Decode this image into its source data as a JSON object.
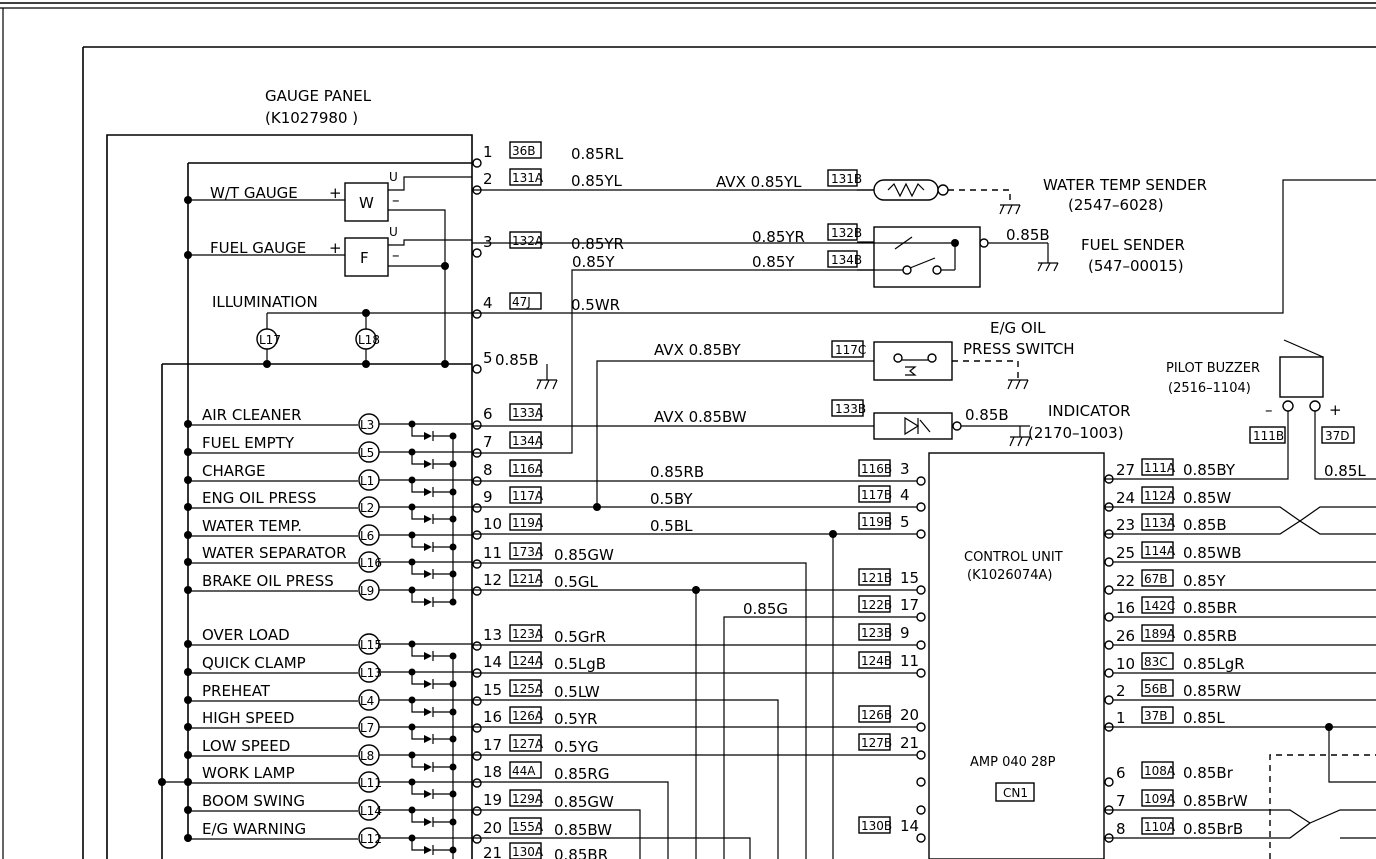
{
  "gauge_panel": {
    "title": "GAUGE PANEL",
    "part": "(K1027980 )"
  },
  "gauges": {
    "wt_label": "W/T GAUGE",
    "wt_letter": "W",
    "fuel_label": "FUEL GAUGE",
    "fuel_letter": "F",
    "plus": "+",
    "minus": "–",
    "u": "U",
    "illumination": "ILLUMINATION",
    "l17": "L17",
    "l18": "L18"
  },
  "connector_rows": [
    {
      "pin": "1",
      "code": "36B",
      "wire": "0.85RL"
    },
    {
      "pin": "2",
      "code": "131A",
      "wire": "0.85YL"
    },
    {
      "pin": "3",
      "code": "132A",
      "wire": "0.85YR"
    },
    {
      "pin": "4",
      "code": "47J",
      "wire": "0.5WR"
    },
    {
      "pin": "5",
      "code": "",
      "wire": "0.85B"
    },
    {
      "pin": "6",
      "code": "133A",
      "wire": ""
    },
    {
      "pin": "7",
      "code": "134A",
      "wire": ""
    },
    {
      "pin": "8",
      "code": "116A",
      "wire": "0.85RB"
    },
    {
      "pin": "9",
      "code": "117A",
      "wire": "0.5BY"
    },
    {
      "pin": "10",
      "code": "119A",
      "wire": "0.5BL"
    },
    {
      "pin": "11",
      "code": "173A",
      "wire": "0.85GW"
    },
    {
      "pin": "12",
      "code": "121A",
      "wire": "0.5GL"
    },
    {
      "pin": "13",
      "code": "123A",
      "wire": "0.5GrR"
    },
    {
      "pin": "14",
      "code": "124A",
      "wire": "0.5LgB"
    },
    {
      "pin": "15",
      "code": "125A",
      "wire": "0.5LW"
    },
    {
      "pin": "16",
      "code": "126A",
      "wire": "0.5YR"
    },
    {
      "pin": "17",
      "code": "127A",
      "wire": "0.5YG"
    },
    {
      "pin": "18",
      "code": "44A",
      "wire": "0.85RG"
    },
    {
      "pin": "19",
      "code": "129A",
      "wire": "0.85GW"
    },
    {
      "pin": "20",
      "code": "155A",
      "wire": "0.85BW"
    },
    {
      "pin": "21",
      "code": "130A",
      "wire": "0.85BR"
    }
  ],
  "lamps": [
    {
      "label": "AIR CLEANER",
      "lamp": "L3"
    },
    {
      "label": "FUEL EMPTY",
      "lamp": "L5"
    },
    {
      "label": "CHARGE",
      "lamp": "L1"
    },
    {
      "label": "ENG OIL PRESS",
      "lamp": "L2"
    },
    {
      "label": "WATER TEMP.",
      "lamp": "L6"
    },
    {
      "label": "WATER SEPARATOR",
      "lamp": "L16"
    },
    {
      "label": "BRAKE OIL PRESS",
      "lamp": "L9"
    },
    {
      "label": "OVER LOAD",
      "lamp": "L15"
    },
    {
      "label": "QUICK CLAMP",
      "lamp": "L13"
    },
    {
      "label": "PREHEAT",
      "lamp": "L4"
    },
    {
      "label": "HIGH SPEED",
      "lamp": "L7"
    },
    {
      "label": "LOW SPEED",
      "lamp": "L8"
    },
    {
      "label": "WORK LAMP",
      "lamp": "L11"
    },
    {
      "label": "BOOM SWING",
      "lamp": "L14"
    },
    {
      "label": "E/G WARNING",
      "lamp": "L12"
    }
  ],
  "wire_labels": {
    "avx_yl": "AVX 0.85YL",
    "code_131b": "131B",
    "yr_mid": "0.85YR",
    "code_132b": "132B",
    "y_left": "0.85Y",
    "y_mid": "0.85Y",
    "code_134b": "134B",
    "avx_by": "AVX 0.85BY",
    "code_117c": "117C",
    "avx_bw": "AVX 0.85BW",
    "code_133b": "133B",
    "g_085": "0.85G",
    "b_fuel": "0.85B",
    "b_ind": "0.85B"
  },
  "components": {
    "water_temp_sender": "WATER TEMP SENDER",
    "water_temp_part": "(2547–6028)",
    "fuel_sender": "FUEL SENDER",
    "fuel_sender_part": "(547–00015)",
    "eg_oil_1": "E/G OIL",
    "eg_oil_2": "PRESS SWITCH",
    "indicator": "INDICATOR",
    "indicator_part": "(2170–1003)",
    "pilot_buzzer": "PILOT BUZZER",
    "pilot_buzzer_part": "(2516–1104)",
    "buzzer_minus": "–",
    "buzzer_plus": "+",
    "code_111b": "111B",
    "code_37d": "37D",
    "buzzer_wire": "0.85L"
  },
  "control_unit": {
    "title": "CONTROL UNIT",
    "part": "(K1026074A)",
    "amp": "AMP 040 28P",
    "cn": "CN1",
    "left_pins": [
      {
        "pin": "3",
        "code": "116B"
      },
      {
        "pin": "4",
        "code": "117B"
      },
      {
        "pin": "5",
        "code": "119B"
      },
      {
        "pin": "15",
        "code": "121B"
      },
      {
        "pin": "17",
        "code": "122B"
      },
      {
        "pin": "9",
        "code": "123B"
      },
      {
        "pin": "11",
        "code": "124B"
      },
      {
        "pin": "20",
        "code": "126B"
      },
      {
        "pin": "21",
        "code": "127B"
      },
      {
        "pin": "14",
        "code": "130B"
      }
    ],
    "right_pins": [
      {
        "pin": "27",
        "code": "111A",
        "wire": "0.85BY"
      },
      {
        "pin": "24",
        "code": "112A",
        "wire": "0.85W"
      },
      {
        "pin": "23",
        "code": "113A",
        "wire": "0.85B"
      },
      {
        "pin": "25",
        "code": "114A",
        "wire": "0.85WB"
      },
      {
        "pin": "22",
        "code": "67B",
        "wire": "0.85Y"
      },
      {
        "pin": "16",
        "code": "142C",
        "wire": "0.85BR"
      },
      {
        "pin": "26",
        "code": "189A",
        "wire": "0.85RB"
      },
      {
        "pin": "10",
        "code": "83C",
        "wire": "0.85LgR"
      },
      {
        "pin": "2",
        "code": "56B",
        "wire": "0.85RW"
      },
      {
        "pin": "1",
        "code": "37B",
        "wire": "0.85L"
      },
      {
        "pin": "6",
        "code": "108A",
        "wire": "0.85Br"
      },
      {
        "pin": "7",
        "code": "109A",
        "wire": "0.85BrW"
      },
      {
        "pin": "8",
        "code": "110A",
        "wire": "0.85BrB"
      }
    ]
  }
}
